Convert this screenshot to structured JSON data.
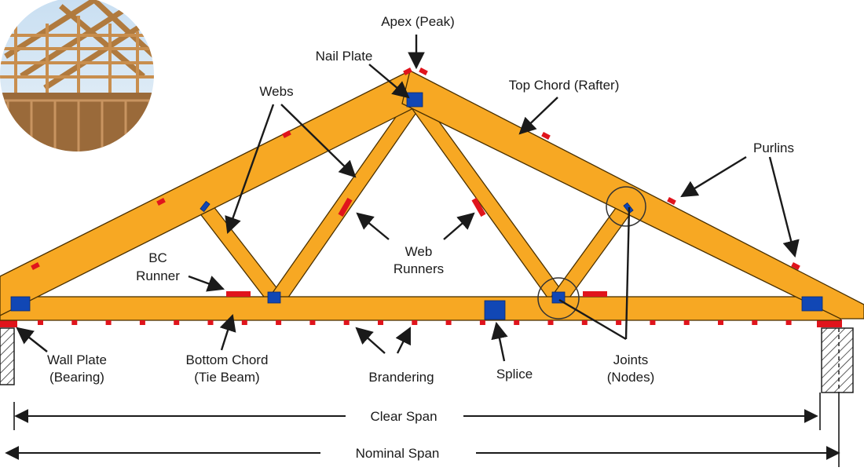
{
  "labels": {
    "apex": "Apex (Peak)",
    "nail_plate": "Nail Plate",
    "top_chord": "Top Chord (Rafter)",
    "webs": "Webs",
    "purlins": "Purlins",
    "web_runners_1": "Web",
    "web_runners_2": "Runners",
    "bc_runner_1": "BC",
    "bc_runner_2": "Runner",
    "wall_plate_1": "Wall Plate",
    "wall_plate_2": "(Bearing)",
    "bottom_chord_1": "Bottom Chord",
    "bottom_chord_2": "(Tie Beam)",
    "brandering": "Brandering",
    "splice": "Splice",
    "joints_1": "Joints",
    "joints_2": "(Nodes)",
    "clear_span": "Clear Span",
    "nominal_span": "Nominal Span"
  },
  "colors": {
    "timber": "#f7a823",
    "timber_edge": "#4a3000",
    "plate": "#1147b5",
    "marker": "#e0141c",
    "ink": "#1a1a1a"
  },
  "photo": {
    "icon": "roof-truss-photo"
  }
}
